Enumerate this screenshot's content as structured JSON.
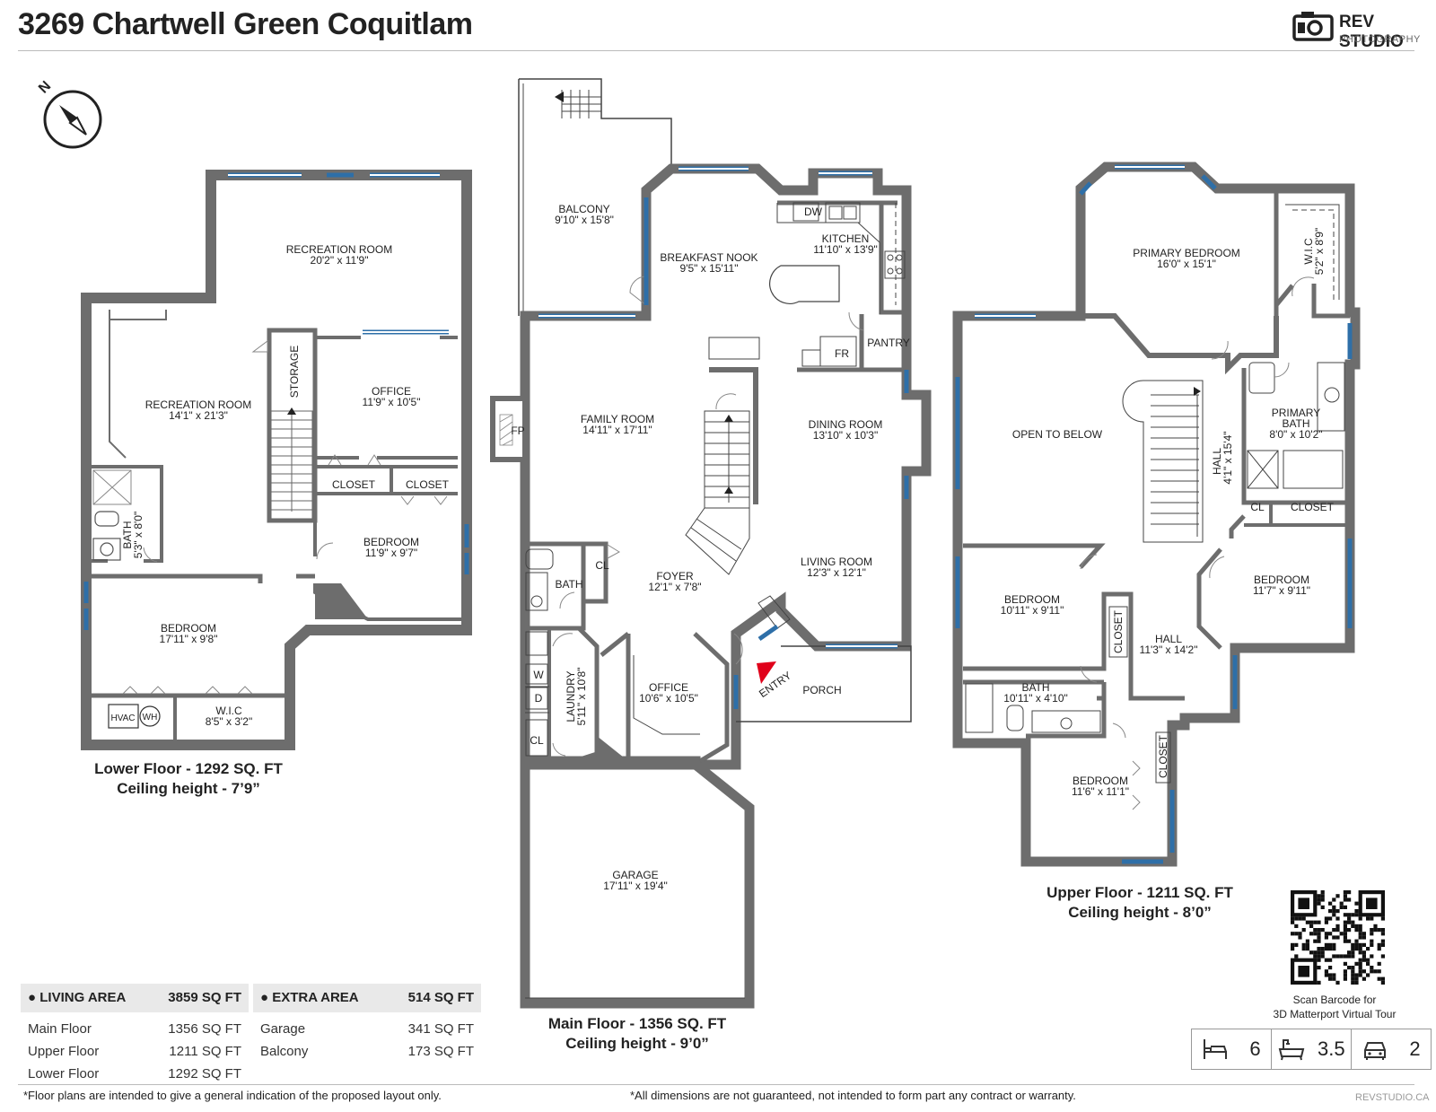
{
  "header": {
    "title": "3269 Chartwell Green Coquitlam",
    "brand_name": "REV STUDIO",
    "brand_sub": "PHOTOGRAPHY"
  },
  "compass": {
    "label": "N"
  },
  "lower_floor": {
    "caption_1": "Lower Floor - 1292 SQ. FT",
    "caption_2": "Ceiling height - 7’9”",
    "rooms": {
      "rec1_name": "RECREATION ROOM",
      "rec1_dim": "20'2\" x 11'9\"",
      "rec2_name": "RECREATION ROOM",
      "rec2_dim": "14'1\" x 21'3\"",
      "storage": "STORAGE",
      "office_name": "OFFICE",
      "office_dim": "11'9\" x 10'5\"",
      "closet1": "CLOSET",
      "closet2": "CLOSET",
      "bed1_name": "BEDROOM",
      "bed1_dim": "11'9\" x 9'7\"",
      "bath_name": "BATH",
      "bath_dim": "5'3\" x 8'0\"",
      "bed2_name": "BEDROOM",
      "bed2_dim": "17'11\" x 9'8\"",
      "hvac": "HVAC",
      "wh": "WH",
      "wic_name": "W.I.C",
      "wic_dim": "8'5\" x 3'2\""
    }
  },
  "main_floor": {
    "caption_1": "Main Floor - 1356 SQ. FT",
    "caption_2": "Ceiling height - 9’0”",
    "rooms": {
      "balcony_name": "BALCONY",
      "balcony_dim": "9'10\" x 15'8\"",
      "nook_name": "BREAKFAST NOOK",
      "nook_dim": "9'5\" x 15'11\"",
      "kitchen_name": "KITCHEN",
      "kitchen_dim": "11'10\" x 13'9\"",
      "dw": "DW",
      "pantry": "PANTRY",
      "fr": "FR",
      "family_name": "FAMILY ROOM",
      "family_dim": "14'11\" x 17'11\"",
      "fp": "FP",
      "dining_name": "DINING ROOM",
      "dining_dim": "13'10\" x 10'3\"",
      "foyer_name": "FOYER",
      "foyer_dim": "12'1\" x 7'8\"",
      "living_name": "LIVING ROOM",
      "living_dim": "12'3\" x 12'1\"",
      "bath": "BATH",
      "cl1": "CL",
      "cl2": "CL",
      "laundry_name": "LAUNDRY",
      "laundry_dim": "5'11\" x 10'8\"",
      "w": "W",
      "d": "D",
      "office_name": "OFFICE",
      "office_dim": "10'6\" x 10'5\"",
      "entry": "ENTRY",
      "porch": "PORCH",
      "garage_name": "GARAGE",
      "garage_dim": "17'11\" x 19'4\""
    }
  },
  "upper_floor": {
    "caption_1": "Upper Floor - 1211 SQ. FT",
    "caption_2": "Ceiling height - 8’0”",
    "rooms": {
      "primary_name": "PRIMARY BEDROOM",
      "primary_dim": "16'0\" x 15'1\"",
      "wic_name": "W.I.C",
      "wic_dim": "5'2\" x 8'9\"",
      "open": "OPEN TO BELOW",
      "hall1_name": "HALL",
      "hall1_dim": "4'1\" x 15'4\"",
      "pbath_name": "PRIMARY",
      "pbath_name2": "BATH",
      "pbath_dim": "8'0\" x 10'2\"",
      "cl": "CL",
      "closet": "CLOSET",
      "bed1_name": "BEDROOM",
      "bed1_dim": "10'11\" x 9'11\"",
      "closet2": "CLOSET",
      "hall2_name": "HALL",
      "hall2_dim": "11'3\" x 14'2\"",
      "bed2_name": "BEDROOM",
      "bed2_dim": "11'7\" x 9'11\"",
      "bath_name": "BATH",
      "bath_dim": "10'11\" x 4'10\"",
      "bed3_name": "BEDROOM",
      "bed3_dim": "11'6\" x 11'1\"",
      "closet3": "CLOSET"
    }
  },
  "living_area": {
    "header": "LIVING AREA",
    "total": "3859 SQ FT",
    "rows": [
      {
        "label": "Main Floor",
        "value": "1356 SQ FT"
      },
      {
        "label": "Upper Floor",
        "value": "1211 SQ FT"
      },
      {
        "label": "Lower Floor",
        "value": "1292 SQ FT"
      }
    ]
  },
  "extra_area": {
    "header": "EXTRA AREA",
    "total": "514 SQ FT",
    "rows": [
      {
        "label": "Garage",
        "value": "341 SQ FT"
      },
      {
        "label": "Balcony",
        "value": "173 SQ FT"
      }
    ]
  },
  "qr": {
    "caption_1": "Scan Barcode for",
    "caption_2": "3D Matterport Virtual Tour"
  },
  "stats": {
    "beds": "6",
    "baths": "3.5",
    "garage": "2",
    "bed_icon": "bed-icon",
    "bath_icon": "bathtub-icon",
    "car_icon": "car-icon"
  },
  "footer": {
    "left": "*Floor plans are intended to give a general indication of the proposed layout only.",
    "right": "*All dimensions are not guaranteed, not intended to form part any contract or warranty.",
    "url": "REVSTUDIO.CA"
  },
  "colors": {
    "wall": "#6d6d6d",
    "window": "#2e6fa8",
    "entry_arrow": "#e0001a"
  }
}
